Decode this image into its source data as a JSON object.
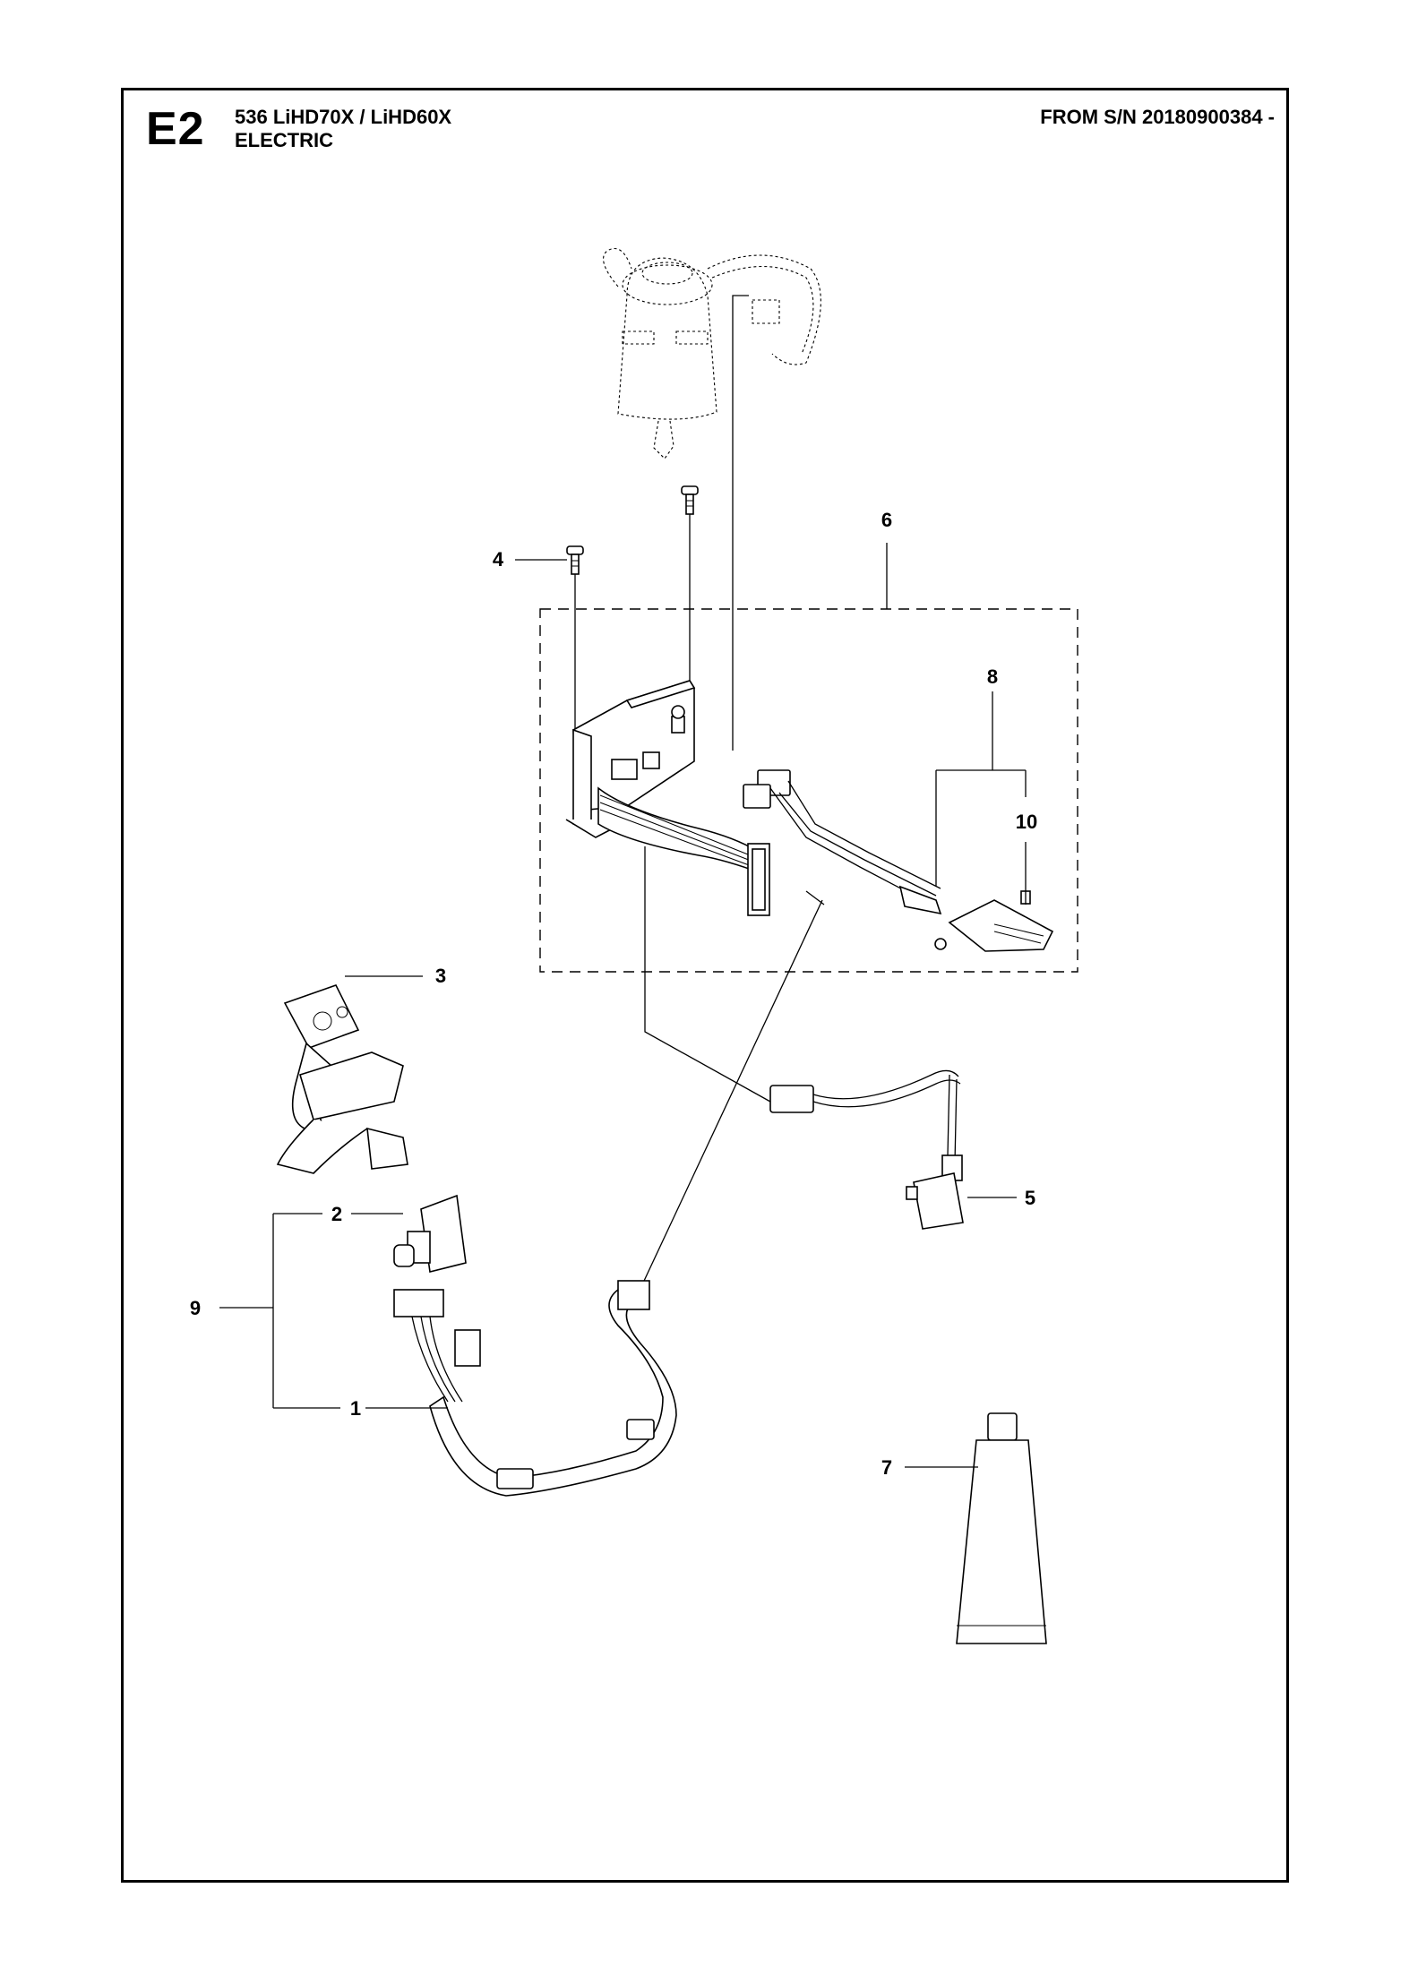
{
  "header": {
    "section_code": "E2",
    "model_line": "536 LiHD70X / LiHD60X",
    "section_title": "ELECTRIC",
    "serial_range": "FROM S/N 20180900384 -"
  },
  "callouts": {
    "c1": "1",
    "c2": "2",
    "c3": "3",
    "c4": "4",
    "c5": "5",
    "c6": "6",
    "c7": "7",
    "c8": "8",
    "c9": "9",
    "c10": "10"
  }
}
